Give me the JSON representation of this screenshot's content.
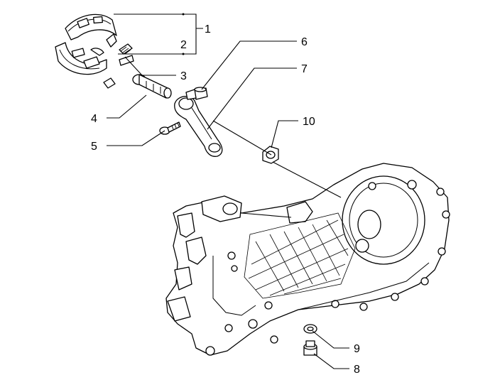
{
  "callouts": [
    {
      "id": "1",
      "label": "1",
      "target": "brake shoe pair"
    },
    {
      "id": "2",
      "label": "2",
      "target": "brake shoe"
    },
    {
      "id": "3",
      "label": "3",
      "target": "spring"
    },
    {
      "id": "4",
      "label": "4",
      "target": "cam shaft"
    },
    {
      "id": "5",
      "label": "5",
      "target": "bolt"
    },
    {
      "id": "6",
      "label": "6",
      "target": "pin"
    },
    {
      "id": "7",
      "label": "7",
      "target": "brake lever"
    },
    {
      "id": "8",
      "label": "8",
      "target": "drain plug"
    },
    {
      "id": "9",
      "label": "9",
      "target": "washer"
    },
    {
      "id": "10",
      "label": "10",
      "target": "nut"
    }
  ],
  "colors": {
    "line": "#000000",
    "background": "#ffffff"
  }
}
